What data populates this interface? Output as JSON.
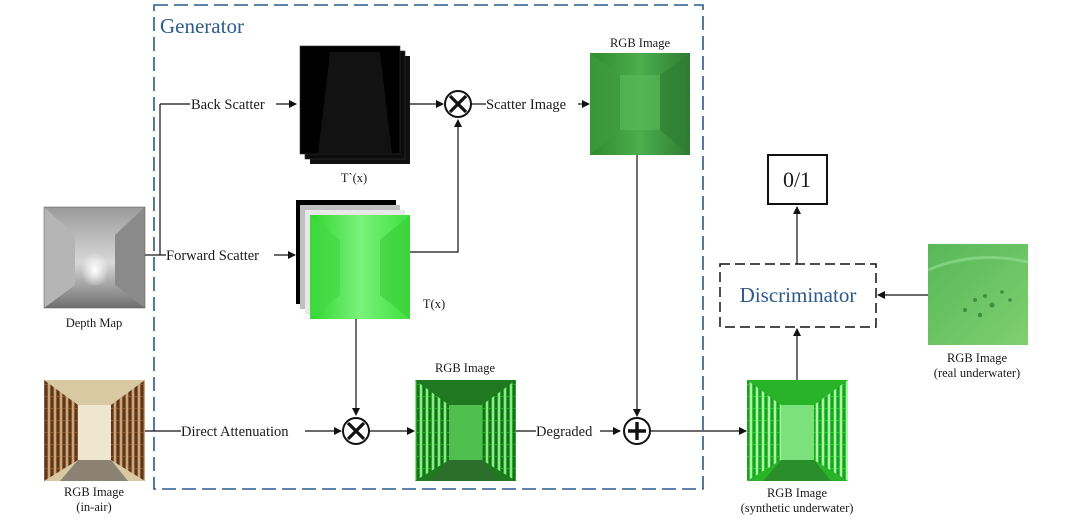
{
  "generator": {
    "title": "Generator"
  },
  "inputs": {
    "depth_map": "Depth Map",
    "rgb_in_air": {
      "line1": "RGB Image",
      "line2": "(in-air)"
    }
  },
  "edges": {
    "back_scatter": "Back Scatter",
    "forward_scatter": "Forward Scatter",
    "direct_attenuation": "Direct Attenuation",
    "scatter_image": "Scatter Image",
    "degraded": "Degraded"
  },
  "maps": {
    "t_prime": "T`(x)",
    "t": "T(x)"
  },
  "images": {
    "scatter_rgb": "RGB Image",
    "degraded_rgb": "RGB Image",
    "synthetic": {
      "line1": "RGB Image",
      "line2": "(synthetic underwater)"
    },
    "real": {
      "line1": "RGB Image",
      "line2": "(real underwater)"
    }
  },
  "discriminator": {
    "label": "Discriminator",
    "output": "0/1"
  },
  "colors": {
    "frame_blue": "#2b5a8c",
    "green_bright": "#3ed63e",
    "green_dark": "#2e7d32"
  }
}
